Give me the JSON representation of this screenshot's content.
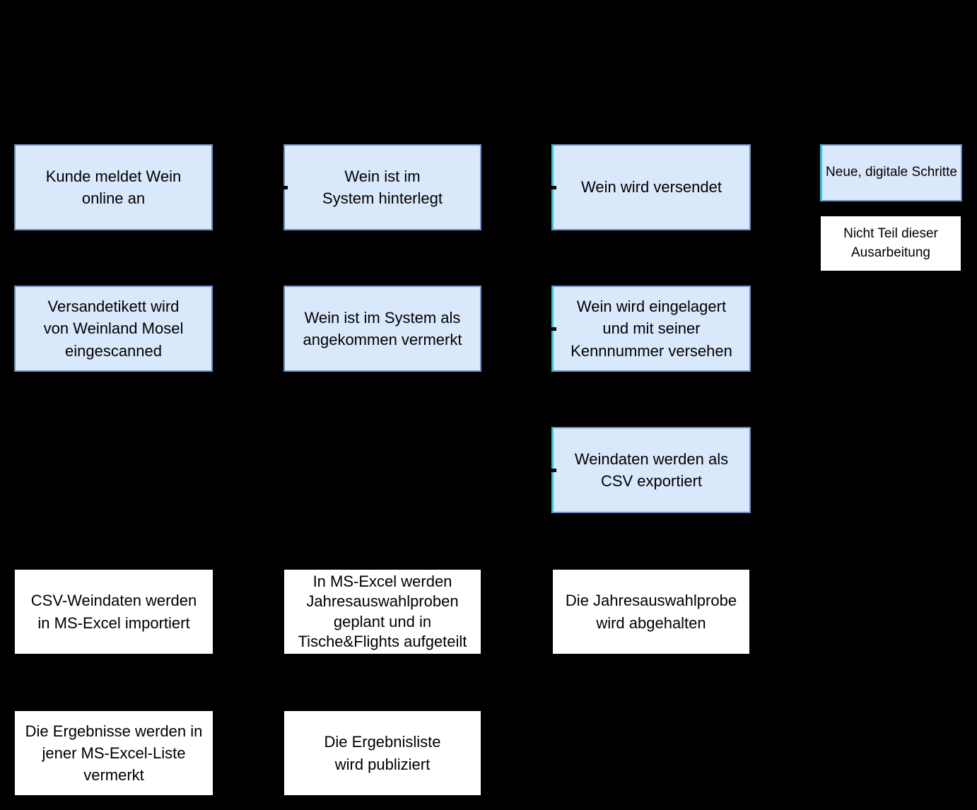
{
  "colors": {
    "canvas_bg": "#000000",
    "blue_fill": "#dae8fc",
    "blue_border": "#6c8ebf",
    "cyan_accent": "#29c8e8",
    "white_fill": "#ffffff",
    "text_color": "#000000"
  },
  "nodes": {
    "kunde": {
      "label": "Kunde meldet Wein\nonline an"
    },
    "hinterlegt": {
      "label": "Wein ist im\nSystem hinterlegt"
    },
    "versendet": {
      "label": "Wein wird versendet"
    },
    "versandetikett": {
      "label": "Versandetikett wird\nvon Weinland Mosel\neingescanned"
    },
    "angekommen": {
      "label": "Wein ist im System als\nangekommen vermerkt"
    },
    "eingelagert": {
      "label": "Wein wird eingelagert\nund mit seiner\nKennnummer versehen"
    },
    "csv_export": {
      "label": "Weindaten werden als\nCSV exportiert"
    },
    "csv_import": {
      "label": "CSV-Weindaten werden\nin MS-Excel importiert"
    },
    "excel_planung": {
      "label": "In MS-Excel werden\nJahresauswahlproben\ngeplant und in\nTische&Flights aufgeteilt"
    },
    "probe": {
      "label": "Die Jahresauswahlprobe\nwird abgehalten"
    },
    "ergebnisse": {
      "label": "Die Ergebnisse werden in\njener MS-Excel-Liste\nvermerkt"
    },
    "publiziert": {
      "label": "Die Ergebnisliste\nwird publiziert"
    }
  },
  "legend": {
    "digital": {
      "label": "Neue, digitale Schritte"
    },
    "excluded": {
      "label": "Nicht Teil dieser\nAusarbeitung"
    }
  }
}
